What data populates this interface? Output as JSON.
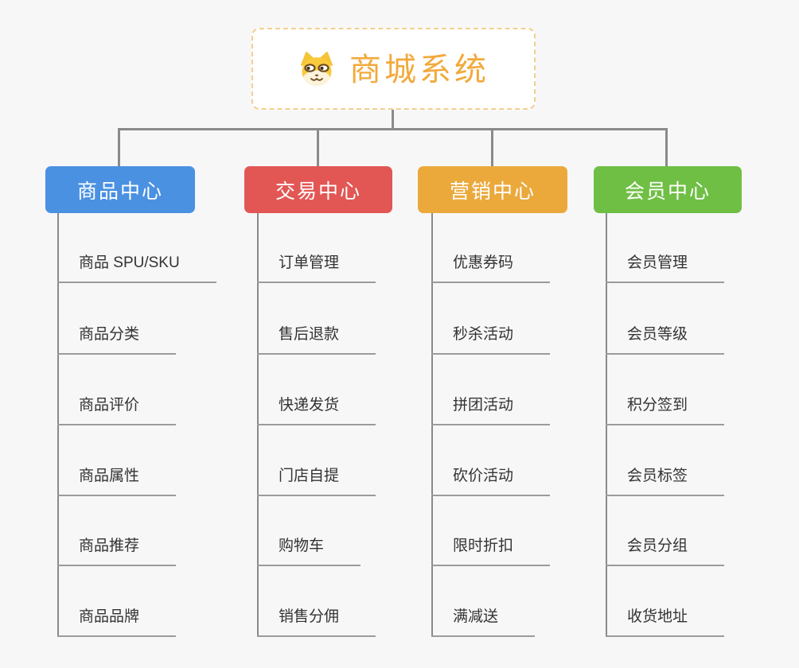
{
  "canvas": {
    "palette": {
      "bg": "#f7f7f7",
      "connector": "#8a8a8a",
      "underline": "#9b9b9b",
      "leaf-text": "#333333",
      "root-accent": "#f2a93b",
      "root-border": "#f5cf8f"
    }
  },
  "root": {
    "title": "商城系统",
    "icon": "dog-face-icon",
    "background": "#ffffff"
  },
  "branches": [
    {
      "label": "商品中心",
      "color": "#4b91e2",
      "items": [
        "商品 SPU/SKU",
        "商品分类",
        "商品评价",
        "商品属性",
        "商品推荐",
        "商品品牌"
      ]
    },
    {
      "label": "交易中心",
      "color": "#e25754",
      "items": [
        "订单管理",
        "售后退款",
        "快递发货",
        "门店自提",
        "购物车",
        "销售分佣"
      ]
    },
    {
      "label": "营销中心",
      "color": "#eba93c",
      "items": [
        "优惠券码",
        "秒杀活动",
        "拼团活动",
        "砍价活动",
        "限时折扣",
        "满减送"
      ]
    },
    {
      "label": "会员中心",
      "color": "#6fbf44",
      "items": [
        "会员管理",
        "会员等级",
        "积分签到",
        "会员标签",
        "会员分组",
        "收货地址"
      ]
    }
  ]
}
